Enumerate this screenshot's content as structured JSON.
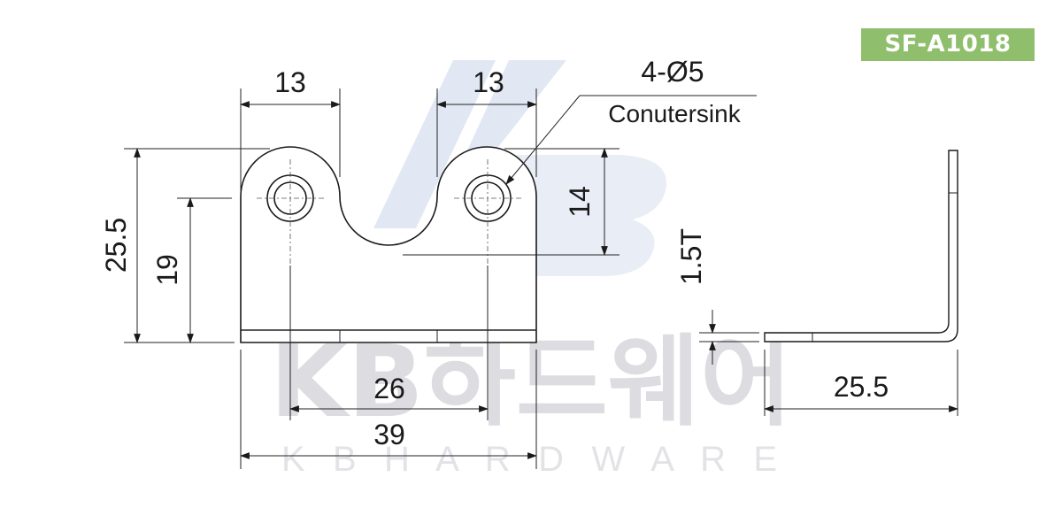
{
  "badge": {
    "label": "SF-A1018"
  },
  "watermark": {
    "logo_text": "KB",
    "brand_korean": "KB하드웨어",
    "brand_english": "K B   H A R D W A R E"
  },
  "callout": {
    "holes": "4-Ø5",
    "note": "Conutersink"
  },
  "dimensions": {
    "left_tab_width": "13",
    "right_tab_width": "13",
    "overall_height": "25.5",
    "hole_height": "19",
    "slot_depth": "14",
    "thickness": "1.5T",
    "hole_spacing": "26",
    "overall_width": "39",
    "flange_length": "25.5"
  },
  "colors": {
    "badge": "#8fbf6d",
    "line": "#1a1a1a",
    "watermark": "#d9d9de"
  }
}
